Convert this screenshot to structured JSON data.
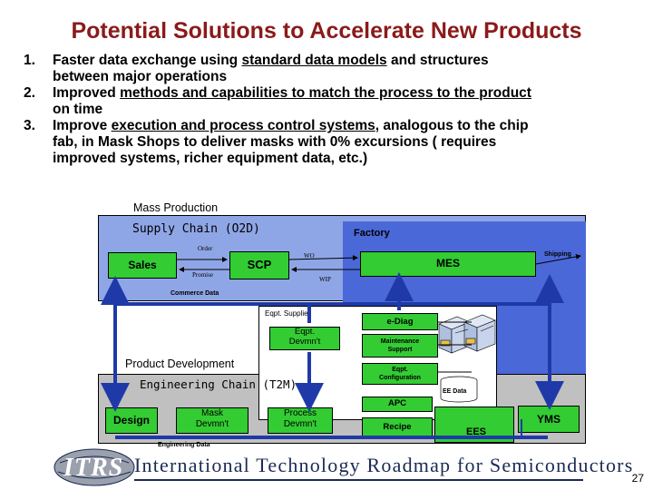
{
  "slide": {
    "title": "Potential Solutions to Accelerate New Products",
    "page_number": "27"
  },
  "bullets": [
    {
      "num": "1.",
      "pre": "Faster data exchange using ",
      "u": "standard data models",
      "post": " and structures",
      "line2": "between major operations"
    },
    {
      "num": "2.",
      "pre": "Improved ",
      "u": "methods and capabilities to match the process to the product",
      "post": "",
      "line2": "on time"
    },
    {
      "num": "3.",
      "pre": "Improve ",
      "u": "execution and process control systems",
      "post": ", analogous to the chip",
      "line2": "fab, in Mask Shops to deliver masks with 0% excursions ( requires",
      "line3": "improved systems, richer equipment data, etc.)"
    }
  ],
  "diagram": {
    "mass_production": "Mass Production",
    "supply_chain": "Supply Chain (O2D)",
    "factory": "Factory",
    "order": "Order",
    "promise": "Promise",
    "wo": "WO",
    "wip": "WIP",
    "shipping": "Shipping",
    "sales": "Sales",
    "scp": "SCP",
    "mes": "MES",
    "commerce_data": "Commerce Data",
    "eqpt_supplier": "Eqpt. Supplier",
    "e_diag": "e-Diag",
    "eqpt_devmnt": "Eqpt.\nDevmn't",
    "maintenance_support": "Maintenance\nSupport",
    "eqpt_configuration": "Eqpt.\nConfiguration",
    "product_development": "Product Development",
    "engineering_chain": "Engineering Chain (T2M)",
    "ee_data": "EE Data",
    "apc": "APC",
    "design": "Design",
    "mask_devmnt": "Mask\nDevmn't",
    "process_devmnt": "Process\nDevmn't",
    "recipe": "Recipe",
    "ees": "EES",
    "yms": "YMS",
    "engineering_data": "Engineering Data"
  },
  "footer": {
    "logo_text": "ITRS",
    "org_name": "International Technology Roadmap for Semiconductors"
  },
  "colors": {
    "title": "#8b1a1a",
    "supply_chain_bg": "#8fa6e6",
    "factory_bg": "#4b68d8",
    "engineering_bg": "#c0c0c0",
    "box_green": "#33cc33",
    "arrow_blue": "#1f3aa8",
    "logo_navy": "#1b2a55"
  }
}
